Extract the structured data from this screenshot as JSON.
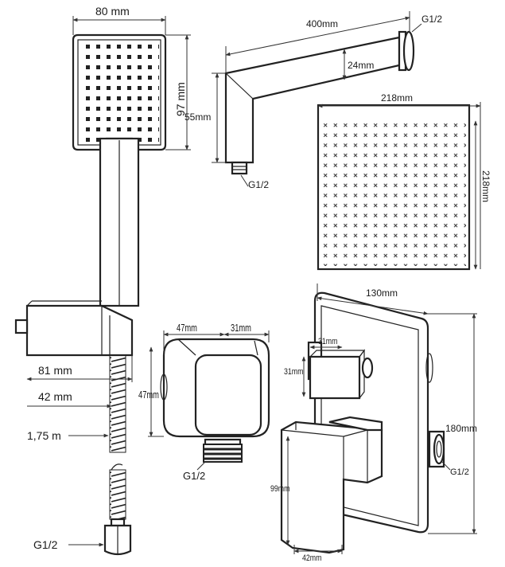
{
  "colors": {
    "line": "#222222",
    "background": "#ffffff"
  },
  "labels": {
    "hand_width": "80 mm",
    "hand_height": "97 mm",
    "arm_length": "400mm",
    "arm_thread": "G1/2",
    "arm_depth": "24mm",
    "arm_drop": "55mm",
    "arm_bottom_thread": "G1/2",
    "head_width": "218mm",
    "head_height": "218mm",
    "bracket_depth": "81 mm",
    "bracket_width": "42 mm",
    "hose_length": "1,75 m",
    "hose_thread": "G1/2",
    "outlet_width": "47mm",
    "outlet_depth": "31mm",
    "outlet_height": "47mm",
    "outlet_thread": "G1/2",
    "plate_width": "130mm",
    "plate_height": "180mm",
    "knob_width": "31mm",
    "knob_height": "31mm",
    "lever_height": "99mm",
    "lever_width": "42mm",
    "valve_thread": "G1/2"
  }
}
